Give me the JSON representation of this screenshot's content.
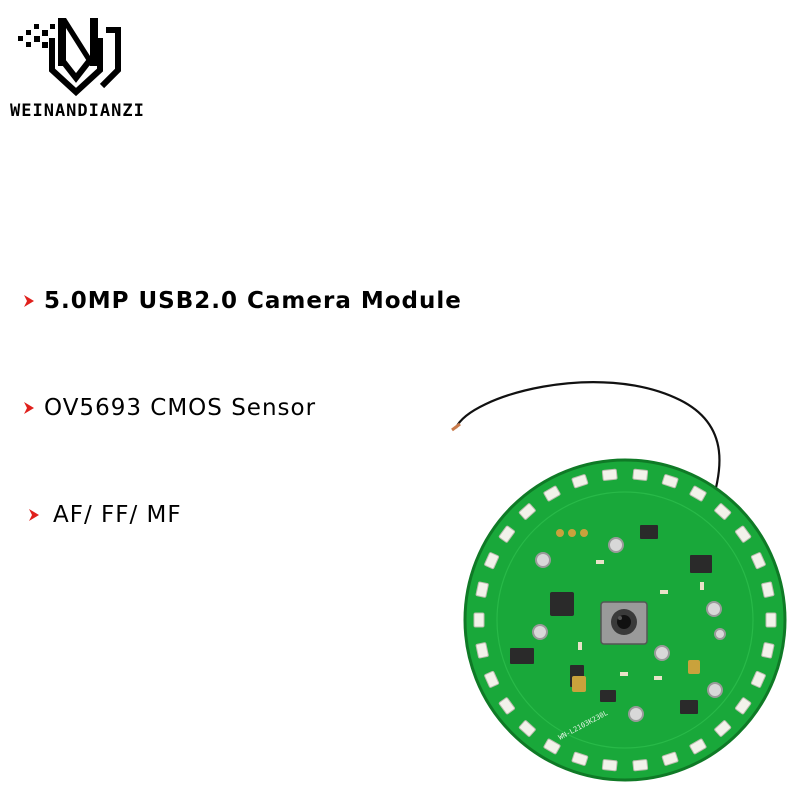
{
  "brand": {
    "name": "WEINANDIANZI",
    "logo_icon": "wn-logo-icon",
    "logo_text": "WN"
  },
  "features": [
    {
      "text": "5.0MP USB2.0 Camera Module",
      "icon": "red-chevron-icon"
    },
    {
      "text": "OV5693 CMOS Sensor",
      "icon": "red-chevron-icon"
    },
    {
      "text": "AF/ FF/ MF",
      "icon": "red-chevron-icon"
    }
  ],
  "board": {
    "silkscreen_label": "WN-L2103K230L"
  },
  "colors": {
    "accent": "#e0201c",
    "pcb": "#19a83a",
    "pcb_dark": "#0f7a26",
    "led": "#f2f2ea",
    "text": "#000000"
  }
}
